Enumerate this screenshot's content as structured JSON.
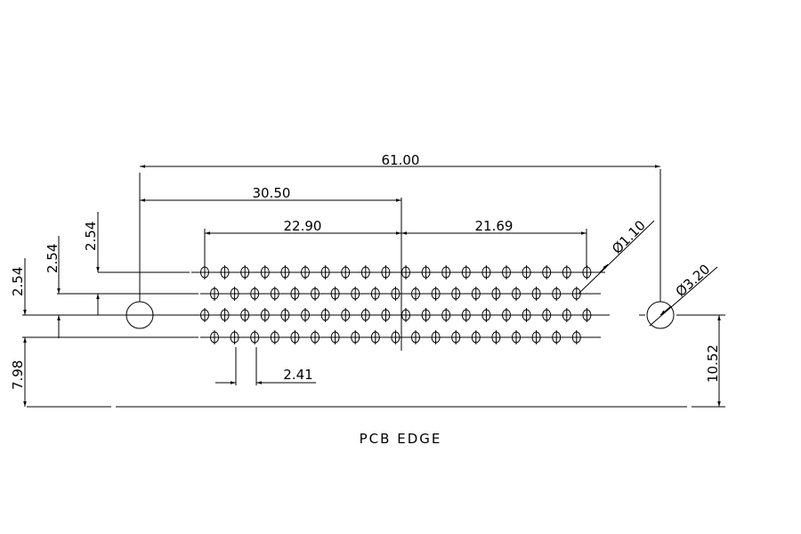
{
  "dimensions": {
    "overall_width": "61.00",
    "half_width": "30.50",
    "pin_span_left": "22.90",
    "pin_span_right": "21.69",
    "pin_diameter": "Ø1.10",
    "mount_hole_diameter": "Ø3.20",
    "row_pitch_1": "2.54",
    "row_pitch_2": "2.54",
    "row_pitch_3": "2.54",
    "edge_offset_left": "7.98",
    "edge_offset_right": "10.52",
    "pin_pitch": "2.41"
  },
  "labels": {
    "pcb_edge": "PCB EDGE"
  },
  "pin_grid": {
    "rows": 4,
    "row_a_pins": 20,
    "row_b_pins": 19,
    "row_c_pins": 20,
    "row_d_pins": 19
  },
  "colors": {
    "line": "#000000",
    "background": "#ffffff"
  }
}
